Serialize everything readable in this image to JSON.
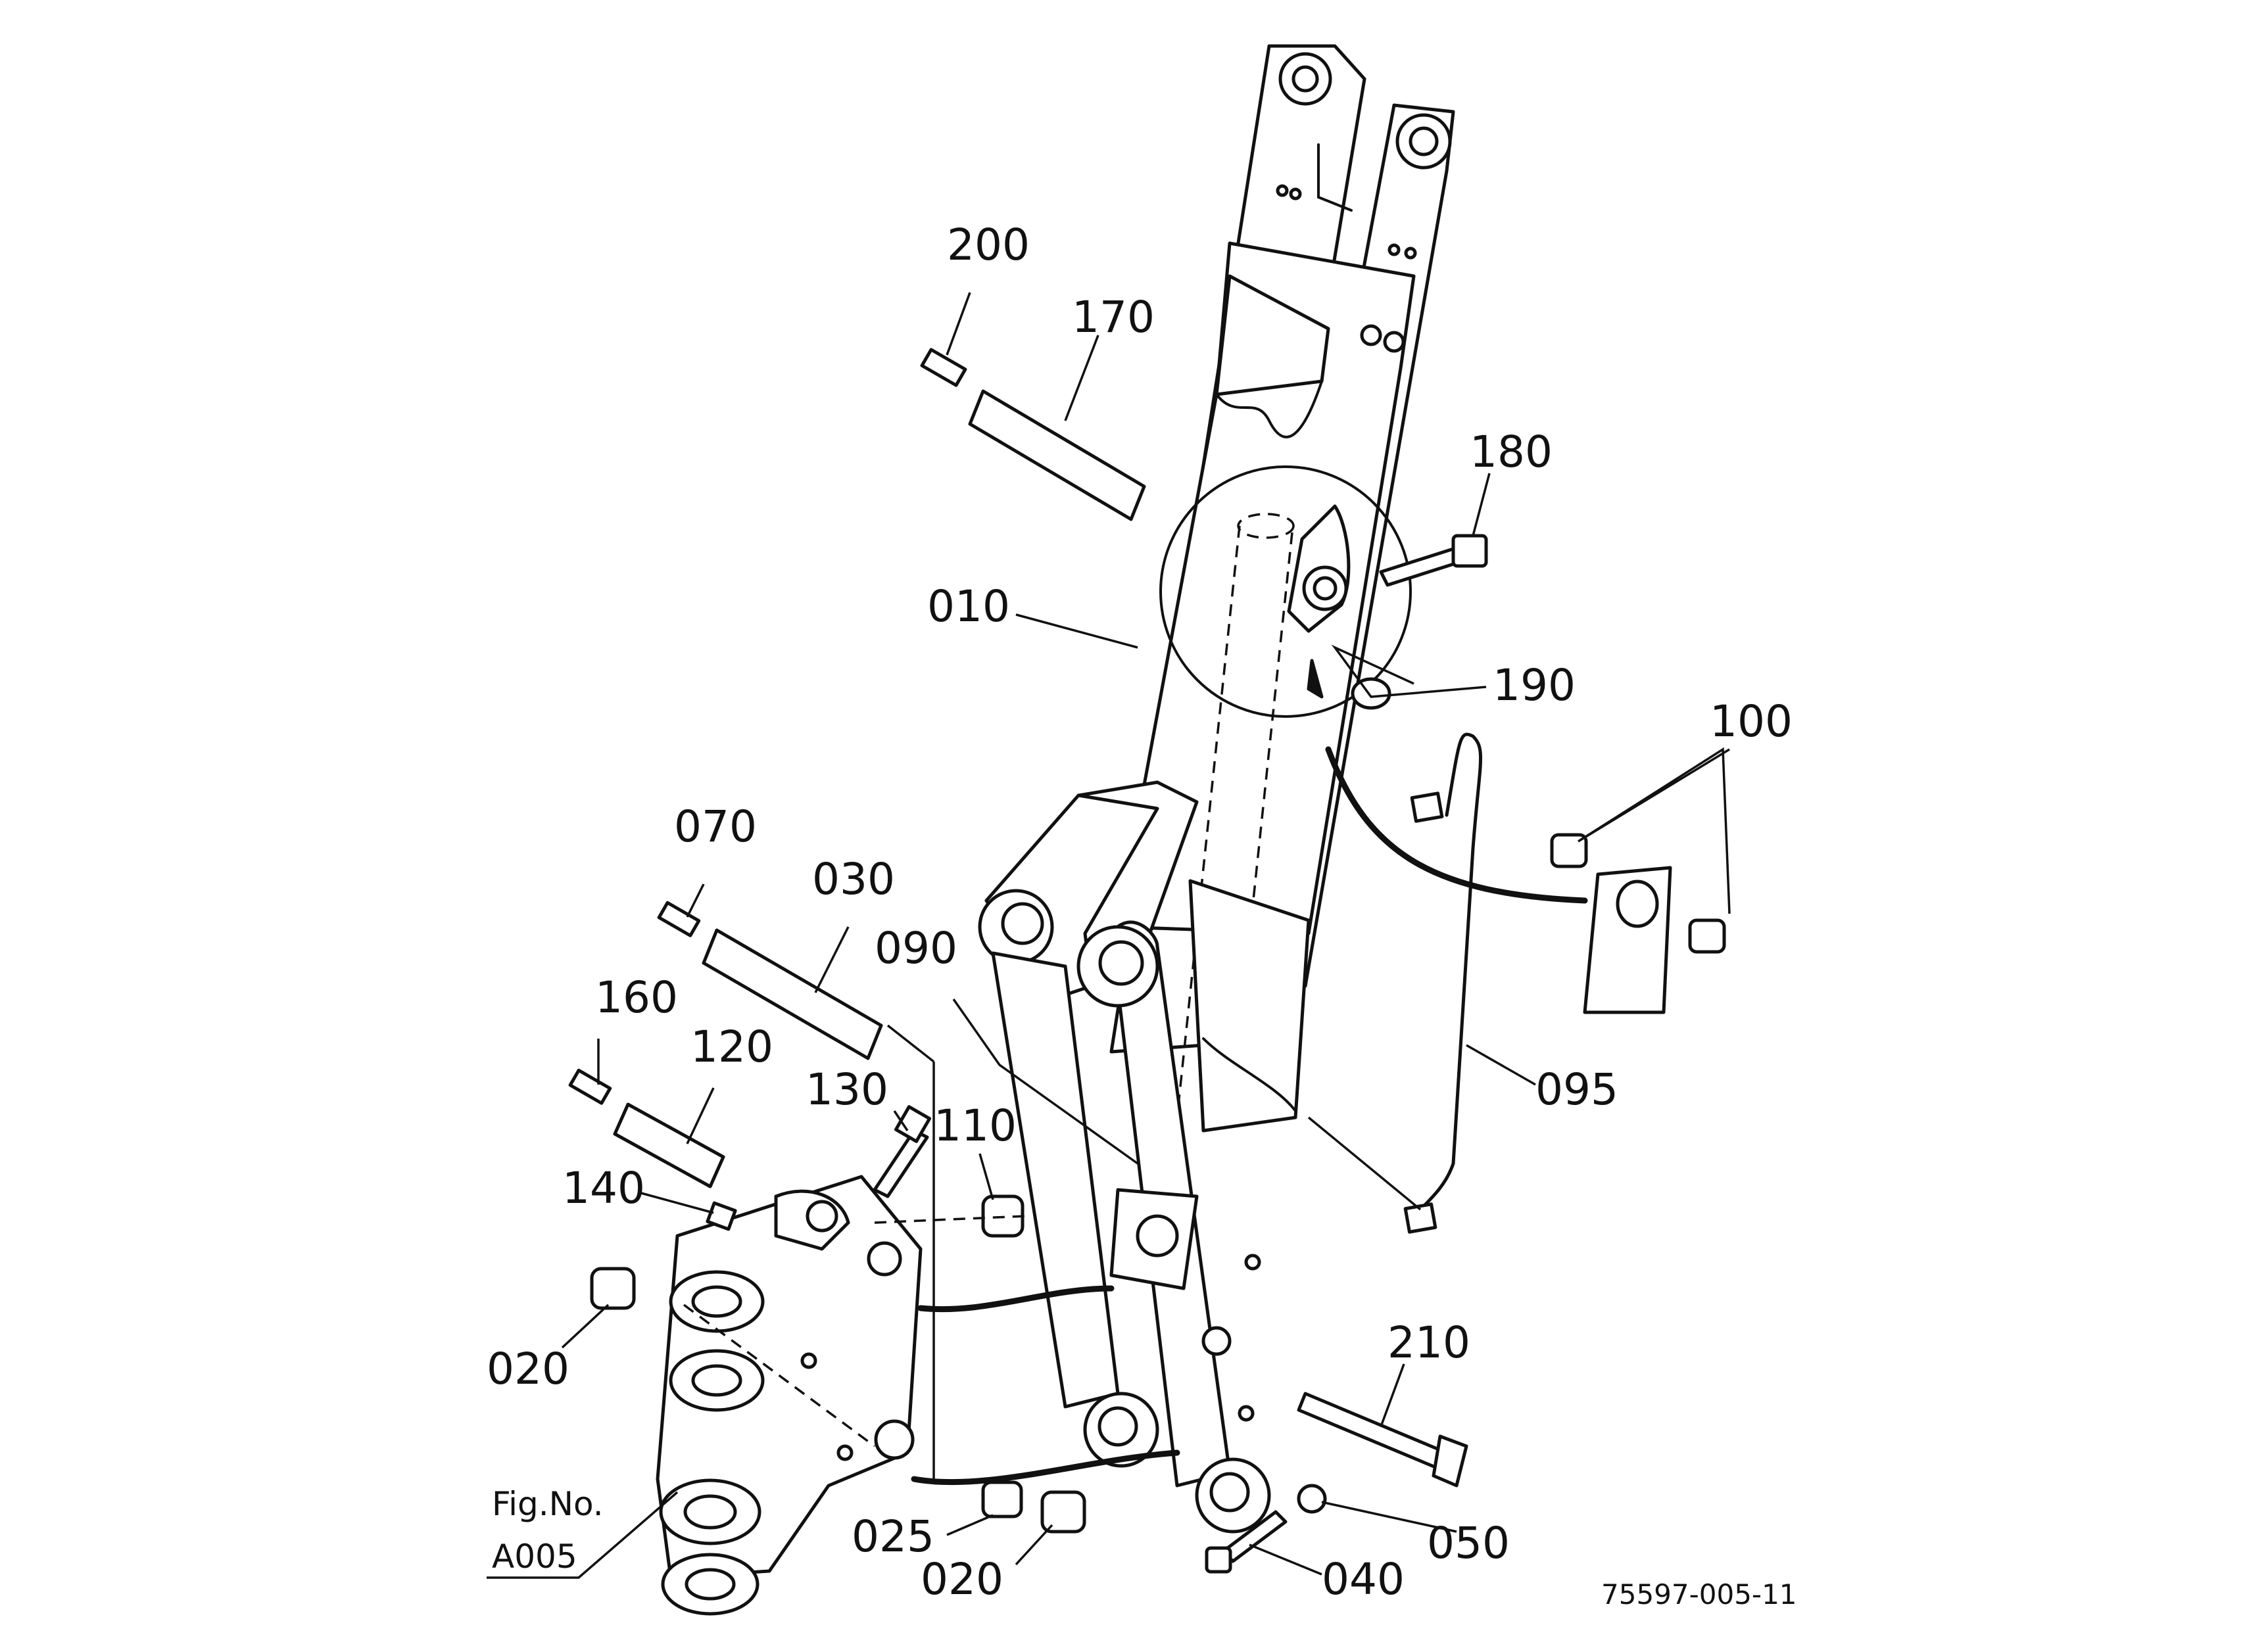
{
  "labels": {
    "p200": "200",
    "p170": "170",
    "p180": "180",
    "p010": "010",
    "p190": "190",
    "p100": "100",
    "p070": "070",
    "p030": "030",
    "p090": "090",
    "p160": "160",
    "p120": "120",
    "p130": "130",
    "p110": "110",
    "p140": "140",
    "p095": "095",
    "p020a": "020",
    "p210": "210",
    "p025": "025",
    "p050": "050",
    "p020b": "020",
    "p040": "040"
  },
  "figure_reference": {
    "line1": "Fig.No.",
    "line2": "A005"
  },
  "drawing_number": "75597-005-11"
}
